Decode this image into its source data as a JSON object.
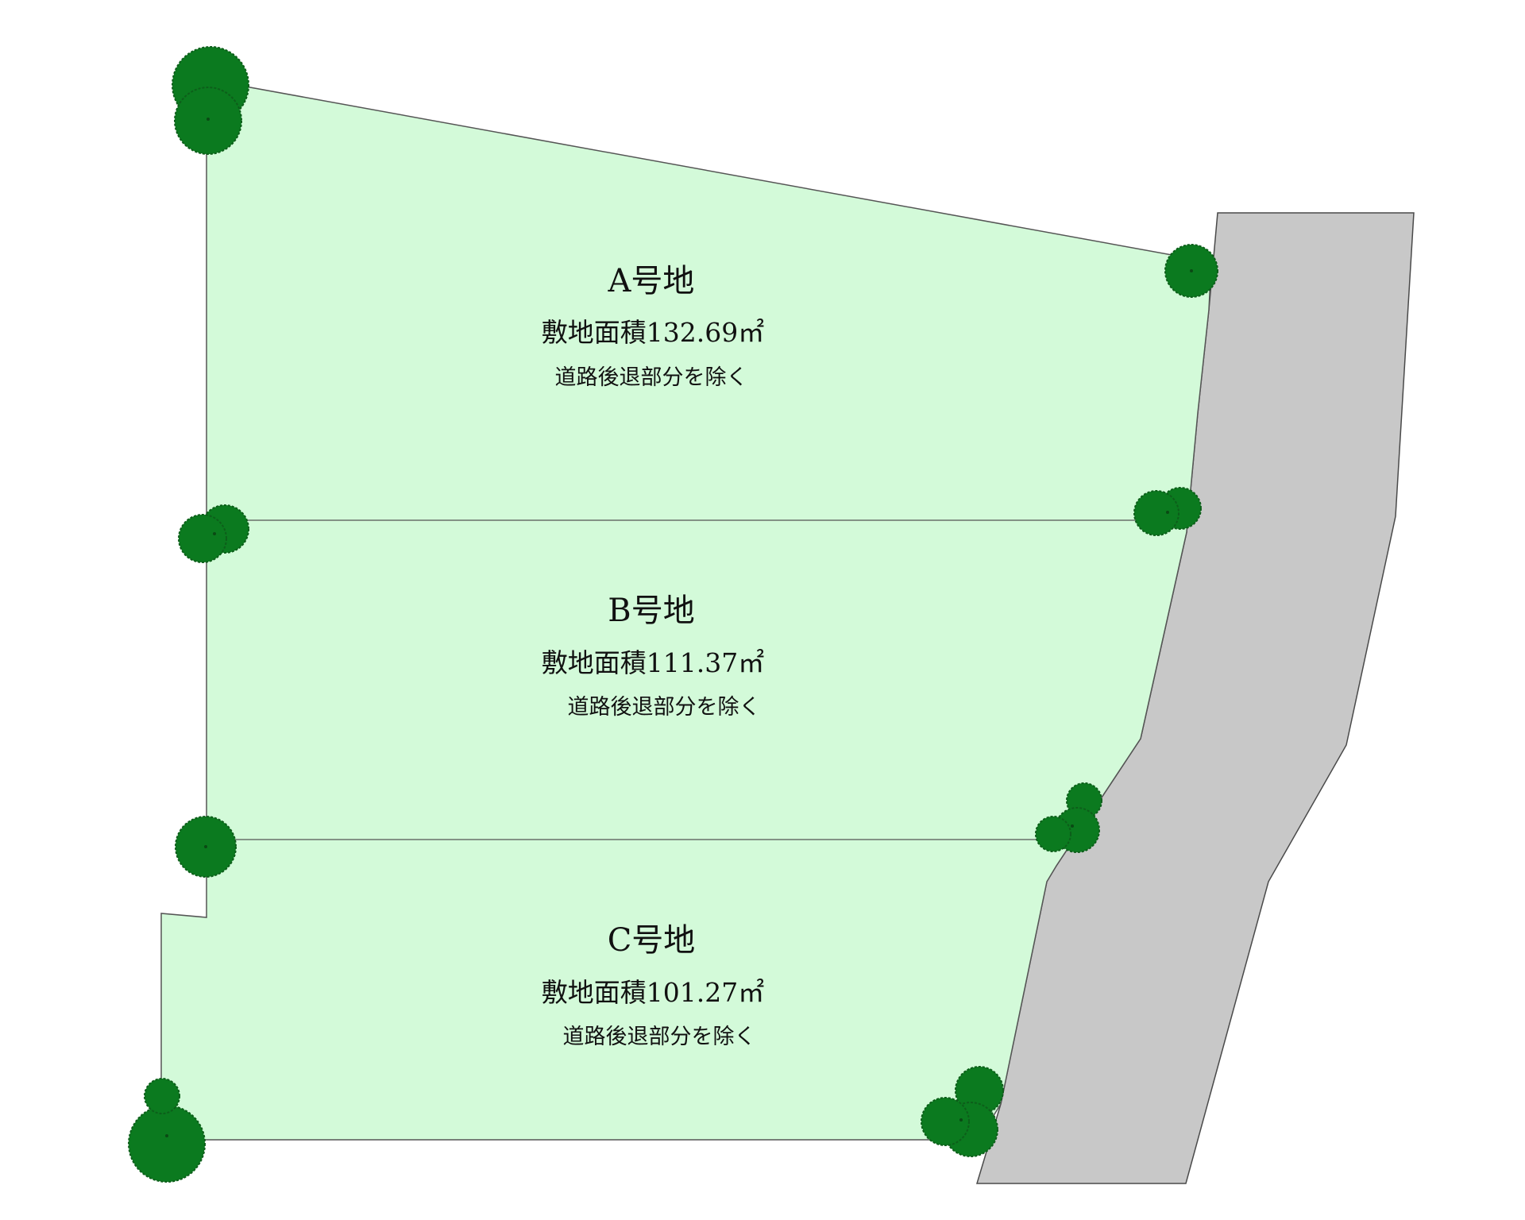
{
  "lots": [
    {
      "id": "a",
      "name": "A号地",
      "area": "敷地面積132.69㎡",
      "note": "道路後退部分を除く"
    },
    {
      "id": "b",
      "name": "B号地",
      "area": "敷地面積111.37㎡",
      "note": "道路後退部分を除く"
    },
    {
      "id": "c",
      "name": "C号地",
      "area": "敷地面積101.27㎡",
      "note": "道路後退部分を除く"
    }
  ],
  "colors": {
    "lot_fill": "#d3fad9",
    "road_fill": "#c8c8c8",
    "tree_fill": "#0b7a1f",
    "boundary": "#555555"
  },
  "icons": {
    "tree": "tree-icon"
  }
}
